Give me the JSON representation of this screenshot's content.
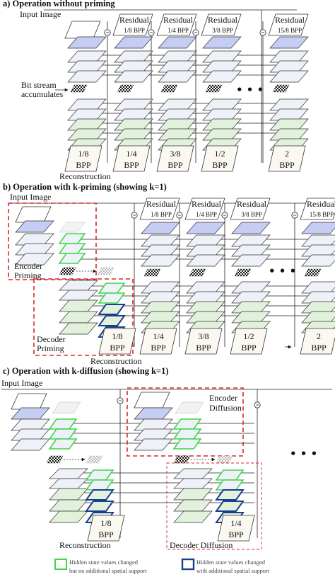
{
  "section_a": {
    "title": "a) Operation without priming",
    "input_label": "Input Image",
    "residual_label": "Residual",
    "bitstream_label": [
      "Bit stream",
      "accumulates"
    ],
    "reconstruction_label": "Reconstruction",
    "residual_rates": [
      "1/8 BPP",
      "1/4 BPP",
      "3/8 BPP",
      "15/8 BPP"
    ],
    "outputs": [
      {
        "rate": "1/8",
        "unit": "BPP"
      },
      {
        "rate": "1/4",
        "unit": "BPP"
      },
      {
        "rate": "3/8",
        "unit": "BPP"
      },
      {
        "rate": "1/2",
        "unit": "BPP"
      },
      {
        "rate": "2",
        "unit": "BPP"
      }
    ],
    "ellipsis": "..."
  },
  "section_b": {
    "title": "b) Operation with k-priming (showing k=1)",
    "input_label": "Input Image",
    "residual_label": "Residual",
    "residual_rates": [
      "1/8 BPP",
      "1/4 BPP",
      "3/8 BPP",
      "15/8 BPP"
    ],
    "encoder_priming": [
      "Encoder",
      "Priming"
    ],
    "decoder_priming": [
      "Decoder",
      "Priming"
    ],
    "reconstruction_label": "Reconstruction",
    "outputs": [
      {
        "rate": "1/8",
        "unit": "BPP"
      },
      {
        "rate": "1/4",
        "unit": "BPP"
      },
      {
        "rate": "3/8",
        "unit": "BPP"
      },
      {
        "rate": "1/2",
        "unit": "BPP"
      },
      {
        "rate": "2",
        "unit": "BPP"
      }
    ],
    "ellipsis": "..."
  },
  "section_c": {
    "title": "c) Operation with k-diffusion (showing k=1)",
    "input_label": "Input Image",
    "encoder_diffusion": [
      "Encoder",
      "Diffusion"
    ],
    "decoder_diffusion": "Decoder Diffusion",
    "reconstruction_label": "Reconstruction",
    "outputs": [
      {
        "rate": "1/8",
        "unit": "BPP"
      },
      {
        "rate": "1/4",
        "unit": "BPP"
      }
    ],
    "ellipsis": "..."
  },
  "legend": {
    "green": [
      "Hidden state values changed",
      "but no additional spatial support"
    ],
    "blue": [
      "Hidden state values changed",
      "with additional spatial support"
    ]
  },
  "colors": {
    "encoder_blue": "#c5cdf2",
    "hidden_light": "#eef2f8",
    "decoder_green": "#e2f1dc",
    "output_bg": "#fbf8f1",
    "priming_red": "#d9262b",
    "legend_green": "#3fd64a",
    "legend_blue": "#1b3f8f"
  },
  "icons": [
    "checkerboard-bitstream-icon",
    "subtract-node-icon",
    "arrow-icon"
  ]
}
